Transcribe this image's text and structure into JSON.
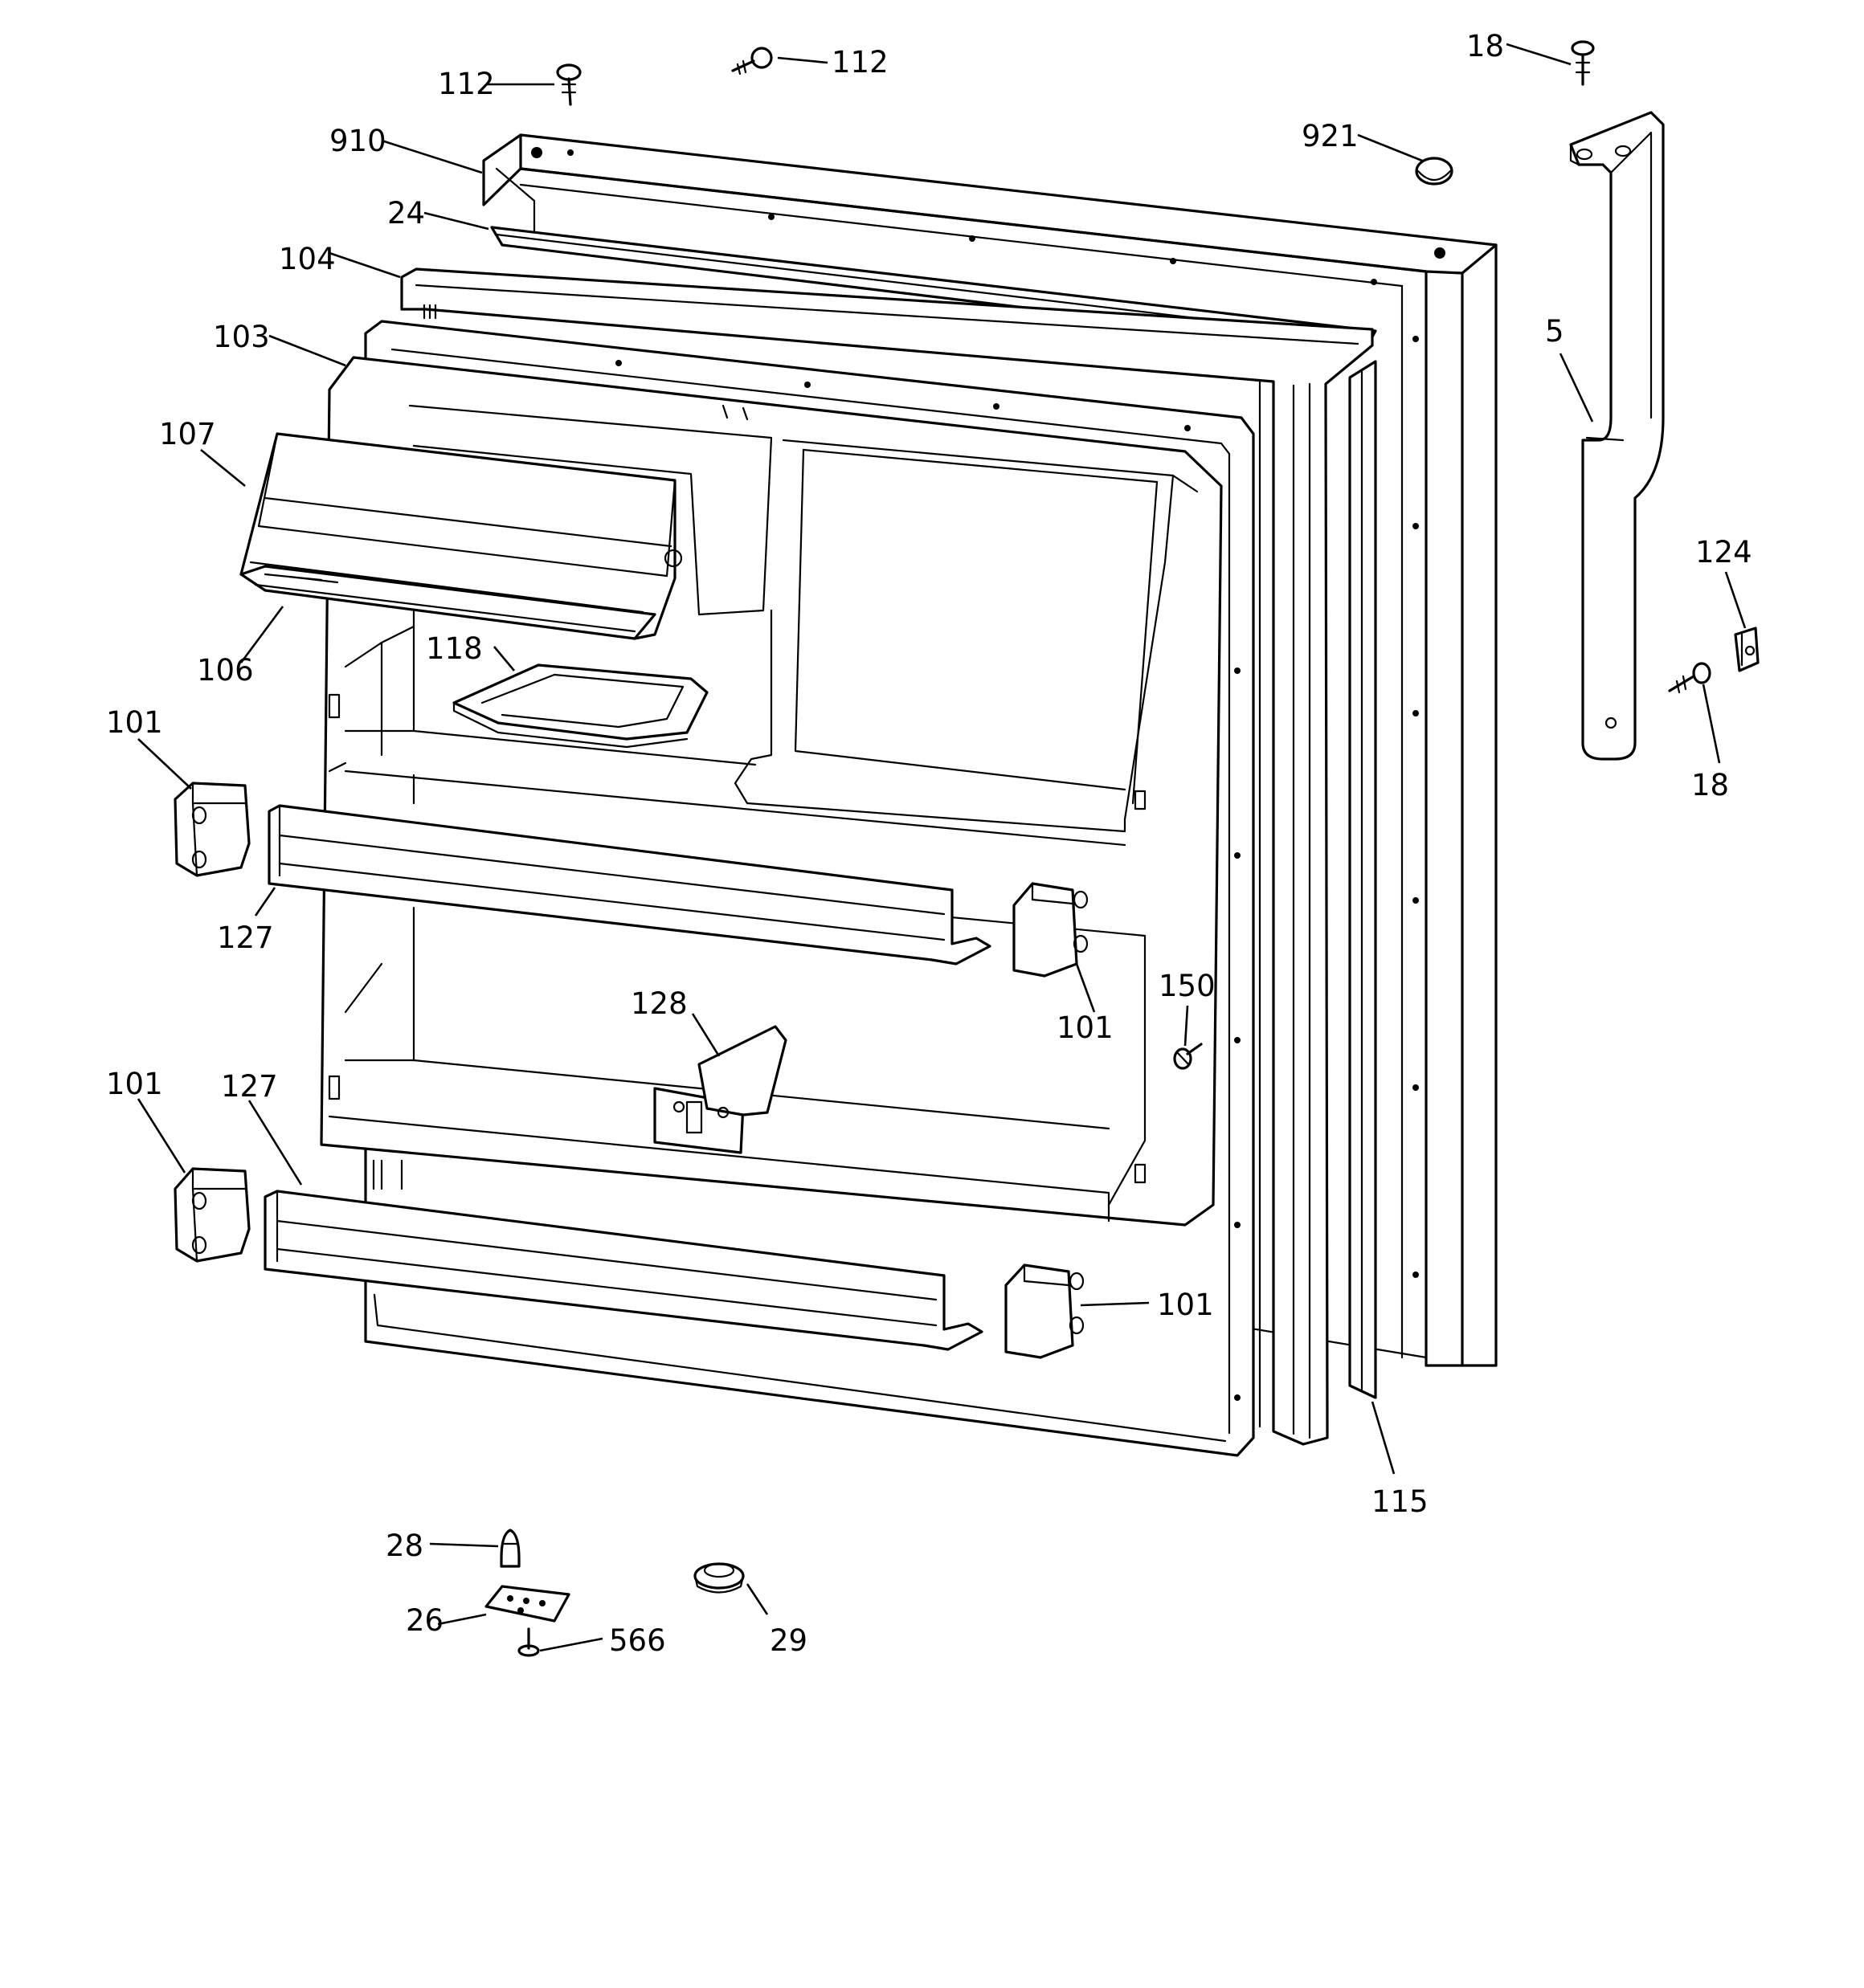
{
  "diagram": {
    "callouts": [
      {
        "id": "c-112-left",
        "label": "112"
      },
      {
        "id": "c-112-right",
        "label": "112"
      },
      {
        "id": "c-18-top",
        "label": "18"
      },
      {
        "id": "c-910",
        "label": "910"
      },
      {
        "id": "c-921",
        "label": "921"
      },
      {
        "id": "c-24",
        "label": "24"
      },
      {
        "id": "c-104",
        "label": "104"
      },
      {
        "id": "c-103",
        "label": "103"
      },
      {
        "id": "c-5",
        "label": "5"
      },
      {
        "id": "c-107",
        "label": "107"
      },
      {
        "id": "c-124",
        "label": "124"
      },
      {
        "id": "c-106",
        "label": "106"
      },
      {
        "id": "c-118",
        "label": "118"
      },
      {
        "id": "c-18-right",
        "label": "18"
      },
      {
        "id": "c-101-a",
        "label": "101"
      },
      {
        "id": "c-127-a",
        "label": "127"
      },
      {
        "id": "c-150",
        "label": "150"
      },
      {
        "id": "c-128",
        "label": "128"
      },
      {
        "id": "c-101-b",
        "label": "101"
      },
      {
        "id": "c-101-c",
        "label": "101"
      },
      {
        "id": "c-127-b",
        "label": "127"
      },
      {
        "id": "c-101-d",
        "label": "101"
      },
      {
        "id": "c-115",
        "label": "115"
      },
      {
        "id": "c-28",
        "label": "28"
      },
      {
        "id": "c-26",
        "label": "26"
      },
      {
        "id": "c-29",
        "label": "29"
      },
      {
        "id": "c-566",
        "label": "566"
      }
    ]
  }
}
